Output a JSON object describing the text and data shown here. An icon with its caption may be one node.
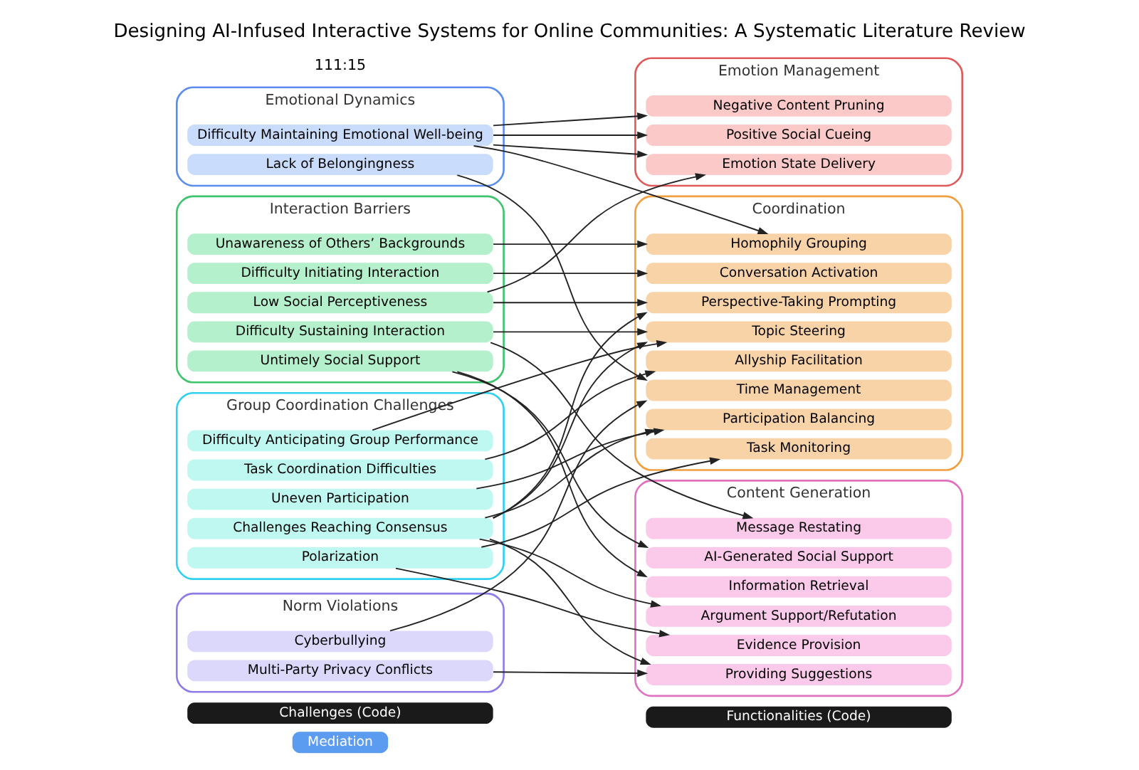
{
  "diagram": {
    "title": "Designing AI-Infused Interactive Systems for Online Communities: A Systematic Literature Review",
    "nodes": [
      {
        "text": [
          "Mediation"
        ]
      },
      {
        "text": [
          "Challenges (Code)"
        ]
      },
      {
        "text": [
          "Functionalities (Code)"
        ]
      },
      {
        "text": [
          "Emotional Dynamics"
        ]
      },
      {
        "text": [
          "Lack of Belongingness"
        ],
        "in": 3
      },
      {
        "text": [
          "Difficulty Maintaining Emotional Well-being"
        ],
        "in": 3
      },
      {
        "text": [
          "Interaction Barriers"
        ]
      },
      {
        "text": [
          "Unawareness of Others’ Backgrounds"
        ],
        "in": 6
      },
      {
        "text": [
          "Difficulty Initiating Interaction"
        ],
        "in": 6
      },
      {
        "text": [
          "Low Social Perceptiveness"
        ],
        "in": 6
      },
      {
        "text": [
          "Untimely Social Support"
        ],
        "in": 6
      },
      {
        "text": [
          "Difficulty Sustaining Interaction"
        ],
        "in": 6
      },
      {
        "text": [
          "Group Coordination Challenges"
        ]
      },
      {
        "text": [
          "Uneven Participation"
        ],
        "in": 12
      },
      {
        "text": [
          "Challenges Reaching Consensus"
        ],
        "in": 12
      },
      {
        "text": [
          "Difficulty Anticipating Group Performance"
        ],
        "in": 12
      },
      {
        "text": [
          "Polarization"
        ],
        "in": 12
      },
      {
        "text": [
          "Task Coordination Difficulties"
        ],
        "in": 12
      },
      {
        "text": [
          "Norm Violations"
        ]
      },
      {
        "text": [
          "Cyberbullying"
        ],
        "in": 18
      },
      {
        "text": [
          "Multi-Party Privacy Conflicts"
        ],
        "in": 18
      },
      {
        "text": [
          "Emotion Management"
        ]
      },
      {
        "text": [
          "Emotion State Delivery"
        ],
        "in": 21
      },
      {
        "text": [
          "Positive Social Cueing"
        ],
        "in": 21
      },
      {
        "text": [
          "Negative Content Pruning"
        ],
        "in": 21
      },
      {
        "text": [
          "Coordination"
        ]
      },
      {
        "text": [
          "Homophily Grouping"
        ],
        "in": 25
      },
      {
        "text": [
          "Conversation Activation"
        ],
        "in": 25
      },
      {
        "text": [
          "Perspective-Taking Prompting"
        ],
        "in": 25
      },
      {
        "text": [
          "Time Management"
        ],
        "in": 25
      },
      {
        "text": [
          "Participation Balancing"
        ],
        "in": 25
      },
      {
        "text": [
          "Topic Steering"
        ],
        "in": 25
      },
      {
        "text": [
          "Task Monitoring"
        ],
        "in": 25
      },
      {
        "text": [
          "Allyship Facilitation"
        ],
        "in": 25
      },
      {
        "text": [
          "Content Generation"
        ]
      },
      {
        "text": [
          "Information Retrieval"
        ],
        "in": 34
      },
      {
        "text": [
          "AI-Generated Social Support"
        ],
        "in": 34
      },
      {
        "text": [
          "Message Restating"
        ],
        "in": 34
      },
      {
        "text": [
          "Providing Suggestions"
        ],
        "in": 34
      },
      {
        "text": [
          "Evidence Provision"
        ],
        "in": 34
      },
      {
        "text": [
          "Argument Support/Refutation"
        ],
        "in": 34
      }
    ],
    "edges": [
      {
        "from": 4,
        "to": 29,
        "arrow": "to"
      },
      {
        "from": 5,
        "to": 22,
        "arrow": "to"
      },
      {
        "from": 5,
        "to": 23,
        "arrow": "to"
      },
      {
        "from": 5,
        "to": 24,
        "arrow": "to"
      },
      {
        "from": 5,
        "to": 26,
        "arrow": "to"
      },
      {
        "from": 7,
        "to": 26,
        "arrow": "to"
      },
      {
        "from": 8,
        "to": 27,
        "arrow": "to"
      },
      {
        "from": 9,
        "to": 22,
        "arrow": "to"
      },
      {
        "from": 9,
        "to": 28,
        "arrow": "to"
      },
      {
        "from": 10,
        "to": 35,
        "arrow": "to"
      },
      {
        "from": 10,
        "to": 36,
        "arrow": "to"
      },
      {
        "from": 11,
        "to": 31,
        "arrow": "to"
      },
      {
        "from": 11,
        "to": 37,
        "arrow": "to"
      },
      {
        "from": 13,
        "to": 30,
        "arrow": "to"
      },
      {
        "from": 14,
        "to": 28,
        "arrow": "to"
      },
      {
        "from": 14,
        "to": 30,
        "arrow": "to"
      },
      {
        "from": 14,
        "to": 31,
        "arrow": "to"
      },
      {
        "from": 14,
        "to": 38,
        "arrow": "to"
      },
      {
        "from": 14,
        "to": 40,
        "arrow": "to"
      },
      {
        "from": 15,
        "to": 31,
        "arrow": "to"
      },
      {
        "from": 16,
        "to": 32,
        "arrow": "to"
      },
      {
        "from": 16,
        "to": 39,
        "arrow": "to"
      },
      {
        "from": 17,
        "to": 33,
        "arrow": "to"
      },
      {
        "from": 19,
        "to": 29,
        "arrow": "to"
      },
      {
        "from": 20,
        "to": 38,
        "arrow": "to"
      }
    ],
    "labels": [
      "111:15"
    ]
  }
}
